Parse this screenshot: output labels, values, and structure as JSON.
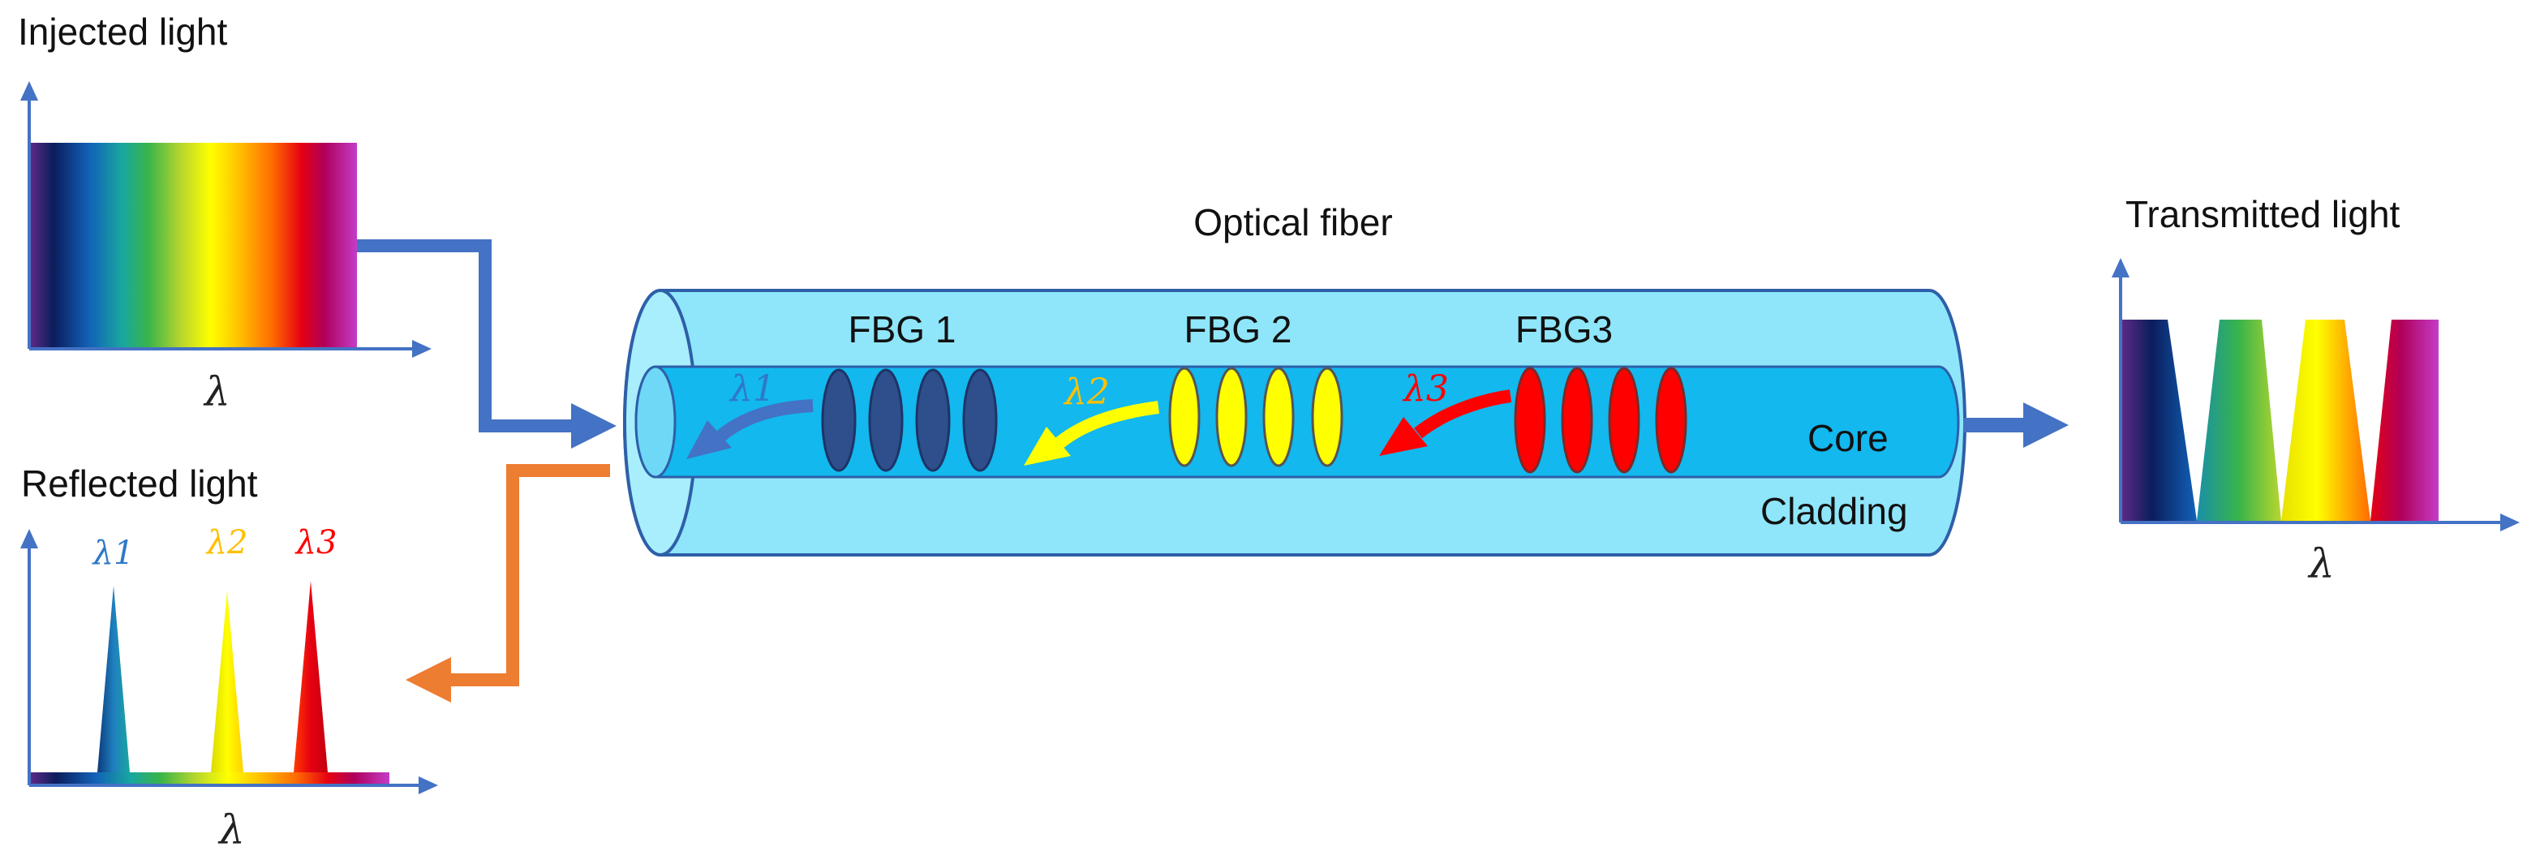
{
  "labels": {
    "injected": "Injected light",
    "reflected": "Reflected light",
    "transmitted": "Transmitted light",
    "optical_fiber": "Optical fiber",
    "core": "Core",
    "cladding": "Cladding",
    "fbg1": "FBG 1",
    "fbg2": "FBG 2",
    "fbg3": "FBG3",
    "lambda": "λ",
    "lambda1": "λ1",
    "lambda2": "λ2",
    "lambda3": "λ3"
  },
  "colors": {
    "axis": "#4472c4",
    "arrow_blue": "#4472c4",
    "arrow_orange": "#ed7d31",
    "cladding_fill": "#8fe6fb",
    "core_fill": "#12b8ee",
    "fiber_stroke": "#2e5fa8",
    "fbg1": "#2e4f8c",
    "fbg2": "#ffff00",
    "fbg3": "#ff0000",
    "lambda1": "#2f78c8",
    "lambda2": "#ffc000",
    "lambda3": "#ff0000"
  },
  "spectrum_stops": [
    "#5b2a86",
    "#0b1d5c",
    "#1162b8",
    "#19a7a0",
    "#38b44a",
    "#b7d62e",
    "#ffff00",
    "#ffc000",
    "#ff6b00",
    "#e60012",
    "#b0005a",
    "#c43cc8"
  ]
}
